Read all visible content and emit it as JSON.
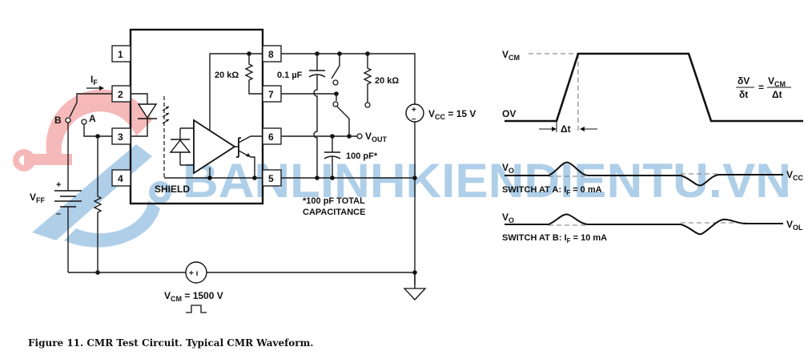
{
  "figure": {
    "caption": "Figure 11. CMR Test Circuit. Typical CMR Waveform.",
    "watermark": "BANLINHKIENDIENTU.VN"
  },
  "circuit": {
    "pins": [
      "1",
      "2",
      "3",
      "4",
      "5",
      "6",
      "7",
      "8"
    ],
    "shield_label": "SHIELD",
    "if_label": "I",
    "if_sub": "F",
    "switch_b": "B",
    "switch_a": "A",
    "vff_label": "V",
    "vff_sub": "FF",
    "plus": "+",
    "minus": "–",
    "internal_resistor": "20 kΩ",
    "cap_01": "0.1 µF",
    "ext_resistor": "20 kΩ",
    "vcc_label": "V",
    "vcc_sub": "CC",
    "vcc_value": " = 15 V",
    "vout_label": "V",
    "vout_sub": "OUT",
    "cap_100": "100 pF*",
    "note_line1": "*100 pF TOTAL",
    "note_line2": "CAPACITANCE",
    "vcm_label": "V",
    "vcm_sub": "CM",
    "vcm_value": " = 1500 V",
    "source_symbol": "+ ı"
  },
  "waveform": {
    "vcm_label": "V",
    "vcm_sub": "CM",
    "zero_label": "OV",
    "dt_label": "Δt",
    "eq_num": "δV",
    "eq_den": "δt",
    "eq_sign": "=",
    "eq_rhs_num": "V",
    "eq_rhs_num_sub": "CM",
    "eq_rhs_den": "Δt",
    "vo_label": "V",
    "vo_sub": "O",
    "trace_a_level": "V",
    "trace_a_level_sub": "CC",
    "trace_a_caption": "SWITCH AT A: I",
    "trace_a_caption_sub": "F",
    "trace_a_caption_rest": " = 0 mA",
    "trace_b_level": "V",
    "trace_b_level_sub": "OL",
    "trace_b_caption": "SWITCH AT B: I",
    "trace_b_caption_sub": "F",
    "trace_b_caption_rest": " = 10 mA"
  }
}
